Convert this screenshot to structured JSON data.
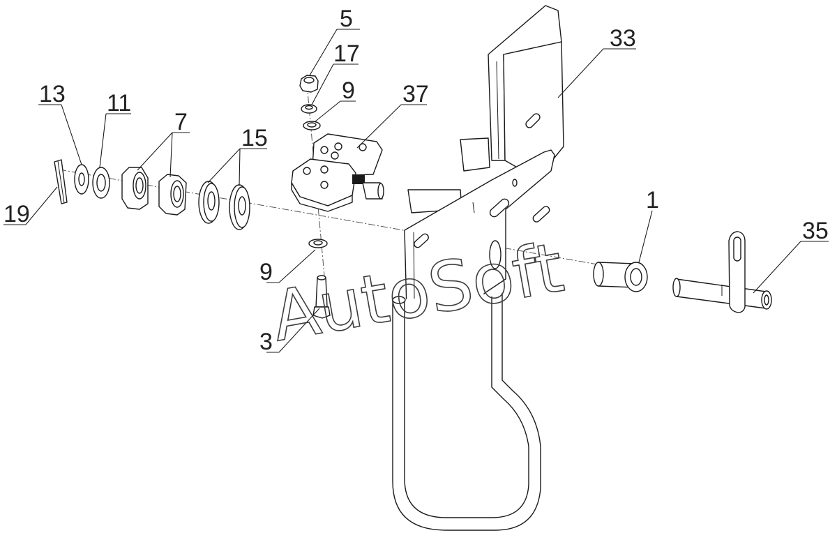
{
  "diagram": {
    "type": "exploded-parts-diagram",
    "callouts": [
      {
        "id": "c1",
        "label": "1"
      },
      {
        "id": "c3",
        "label": "3"
      },
      {
        "id": "c5",
        "label": "5"
      },
      {
        "id": "c7",
        "label": "7"
      },
      {
        "id": "c9a",
        "label": "9"
      },
      {
        "id": "c9b",
        "label": "9"
      },
      {
        "id": "c11",
        "label": "11"
      },
      {
        "id": "c13",
        "label": "13"
      },
      {
        "id": "c15",
        "label": "15"
      },
      {
        "id": "c17",
        "label": "17"
      },
      {
        "id": "c19",
        "label": "19"
      },
      {
        "id": "c33",
        "label": "33"
      },
      {
        "id": "c35",
        "label": "35"
      },
      {
        "id": "c37",
        "label": "37"
      }
    ],
    "watermark": "AutoSoft",
    "colors": {
      "line": "#1a1a1a",
      "background": "#ffffff",
      "watermark": "#3c3c3c"
    }
  }
}
